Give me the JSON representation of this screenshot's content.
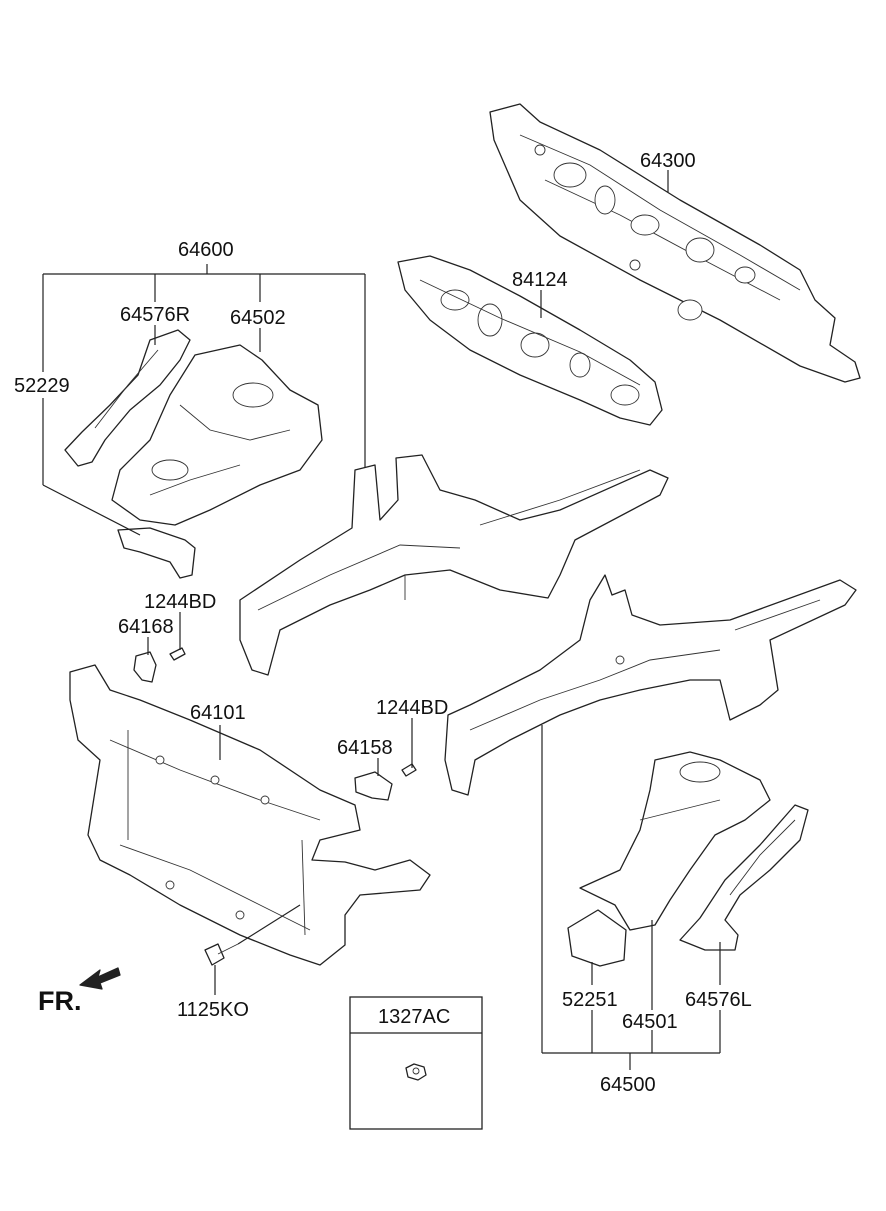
{
  "parts": {
    "p64300": "64300",
    "p84124": "84124",
    "p64600": "64600",
    "p64576R": "64576R",
    "p64502": "64502",
    "p52229": "52229",
    "p1244BD_a": "1244BD",
    "p64168": "64168",
    "p64101": "64101",
    "p1244BD_b": "1244BD",
    "p64158": "64158",
    "p1125KO": "1125KO",
    "p1327AC": "1327AC",
    "p52251": "52251",
    "p64576L": "64576L",
    "p64501": "64501",
    "p64500": "64500"
  },
  "direction": {
    "label": "FR."
  },
  "colors": {
    "line": "#222222",
    "background": "#ffffff"
  }
}
